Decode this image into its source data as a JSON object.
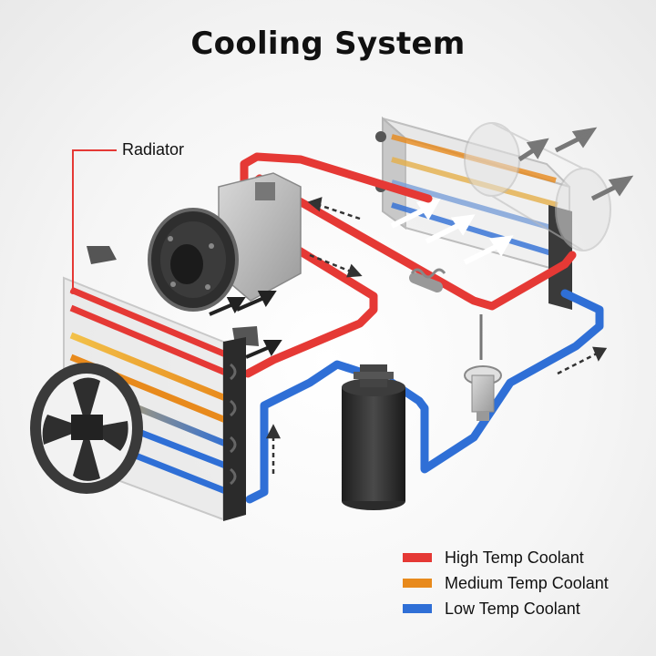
{
  "title": "Cooling System",
  "callouts": {
    "radiator": "Radiator"
  },
  "colors": {
    "high": "#e53935",
    "medium": "#e88a1c",
    "low": "#2f6fd6"
  },
  "legend": [
    {
      "label": "High Temp Coolant",
      "color": "#e53935"
    },
    {
      "label": "Medium Temp Coolant",
      "color": "#e88a1c"
    },
    {
      "label": "Low Temp Coolant",
      "color": "#2f6fd6"
    }
  ]
}
